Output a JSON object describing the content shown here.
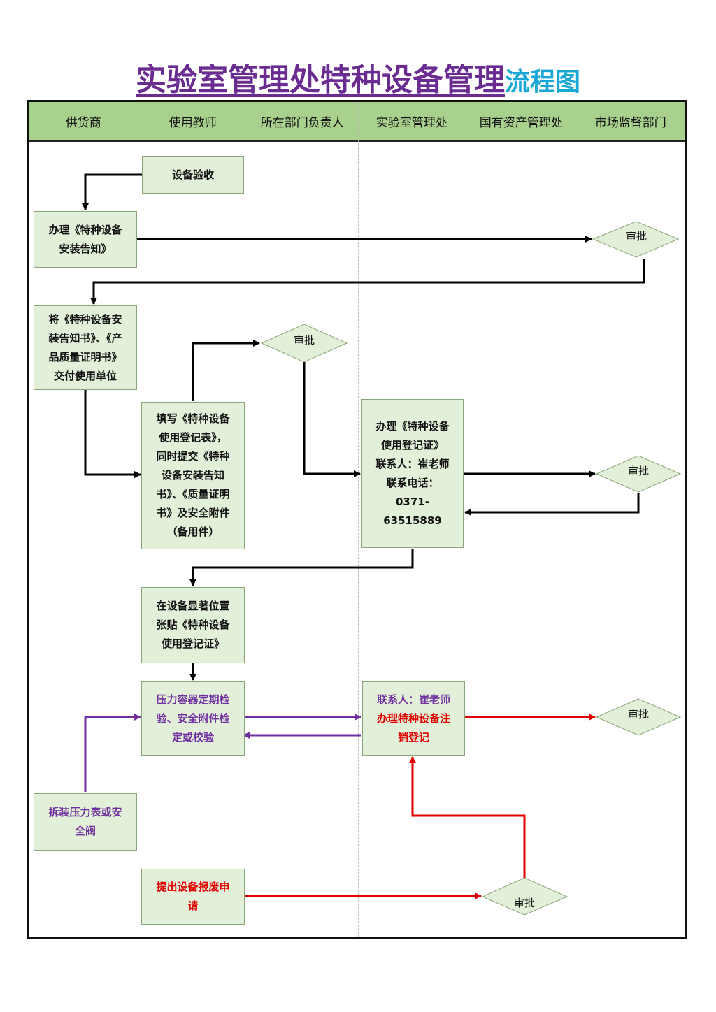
{
  "title": {
    "main": "实验室管理处特种设备管理",
    "accent": "流程图"
  },
  "lanes": [
    "供货商",
    "使用教师",
    "所在部门负责人",
    "实验室管理处",
    "国有资产管理处",
    "市场监督部门"
  ],
  "nodes": {
    "acceptance": "设备验收",
    "install_notice": "办理《特种设备\n安装告知》",
    "deliver_docs": "将《特种设备安\n装告知书》、《产\n品质量证明书》\n交付使用单位",
    "fill_form": "填写《特种设备\n使用登记表》，\n同时提交《特种\n设备安装告知\n书》、《质量证明\n书》及安全附件\n（备用件）",
    "register_cert": "办理《特种设备\n使用登记证》\n联系人：崔老师\n联系电话：\n0371-\n63515889",
    "post_cert": "在设备显著位置\n张贴《特种设备\n使用登记证》",
    "inspection": "压力容器定期检\n验、安全附件检\n定或校验",
    "dismantle": "拆装压力表或安\n全阀",
    "cancel_contact": "联系人：崔老师",
    "cancel_reg": "办理特种设备注\n销登记",
    "scrap_request": "提出设备报废申\n请"
  },
  "decisions": {
    "approve_1": "审批",
    "approve_2": "审批",
    "approve_3": "审批",
    "approve_4": "审批",
    "approve_5": "审批"
  },
  "colors": {
    "header_bg": "#a9d18e",
    "box_bg": "#e2efd9",
    "flow_black": "#000000",
    "flow_purple": "#7030a0",
    "flow_red": "#e00000",
    "title_purple": "#6b2c91",
    "title_blue": "#19a7d6"
  }
}
